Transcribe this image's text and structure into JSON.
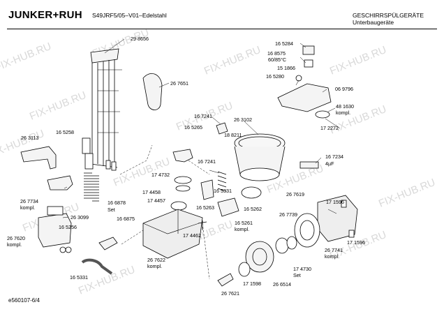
{
  "header": {
    "brand": "JUNKER+RUH",
    "model": "S49JRF5/05–V01–Edelstahl",
    "category": "GESCHIRRSPÜLGERÄTE",
    "subcategory": "Unterbaugeräte"
  },
  "footer": {
    "doc_id": "e560107-6/4"
  },
  "watermark": "FIX-HUB.RU",
  "parts": {
    "p_298656": "29 8656",
    "p_267651": "26 7651",
    "p_165284": "16 5284",
    "p_168575": "16 8575",
    "p_6085": "60/85°C",
    "p_151866": "15 1866",
    "p_165280": "16 5280",
    "p_069796": "06 9796",
    "p_481630": "48 1630",
    "p_kompl_481630": "kompl.",
    "p_172272": "17 2272",
    "p_263113": "26 3113",
    "p_165258": "16 5258",
    "p_167241a": "16 7241",
    "p_165265": "16 5265",
    "p_263102": "26 3102",
    "p_188211": "18 8211",
    "p_167234": "16 7234",
    "p_4uf": "4µF",
    "p_174732": "17 4732",
    "p_167241b": "16 7241",
    "p_267734": "26 7734",
    "p_kompl_267734": "kompl.",
    "p_174458": "17 4458",
    "p_165331a": "16 5331",
    "p_267619": "26 7619",
    "p_166878": "16 6878",
    "p_set_166878": "Set",
    "p_174457": "17 4457",
    "p_263099": "26 3099",
    "p_171596a": "17 1596",
    "p_165263": "16 5263",
    "p_165262": "16 5262",
    "p_166875": "16 6875",
    "p_165256": "16 5256",
    "p_165261": "16 5261",
    "p_kompl_165261": "kompl.",
    "p_267739": "26 7739",
    "p_267620": "26 7620",
    "p_kompl_267620": "kompl.",
    "p_174462": "17 4462",
    "p_171596b": "17 1596",
    "p_267741": "26 7741",
    "p_kompl_267741": "kompl.",
    "p_267622": "26 7622",
    "p_kompl_267622": "kompl.",
    "p_174730": "17 4730",
    "p_set_174730": "Set",
    "p_165331b": "16 5331",
    "p_171598": "17 1598",
    "p_266514": "26 6514",
    "p_267621": "26 7621"
  }
}
